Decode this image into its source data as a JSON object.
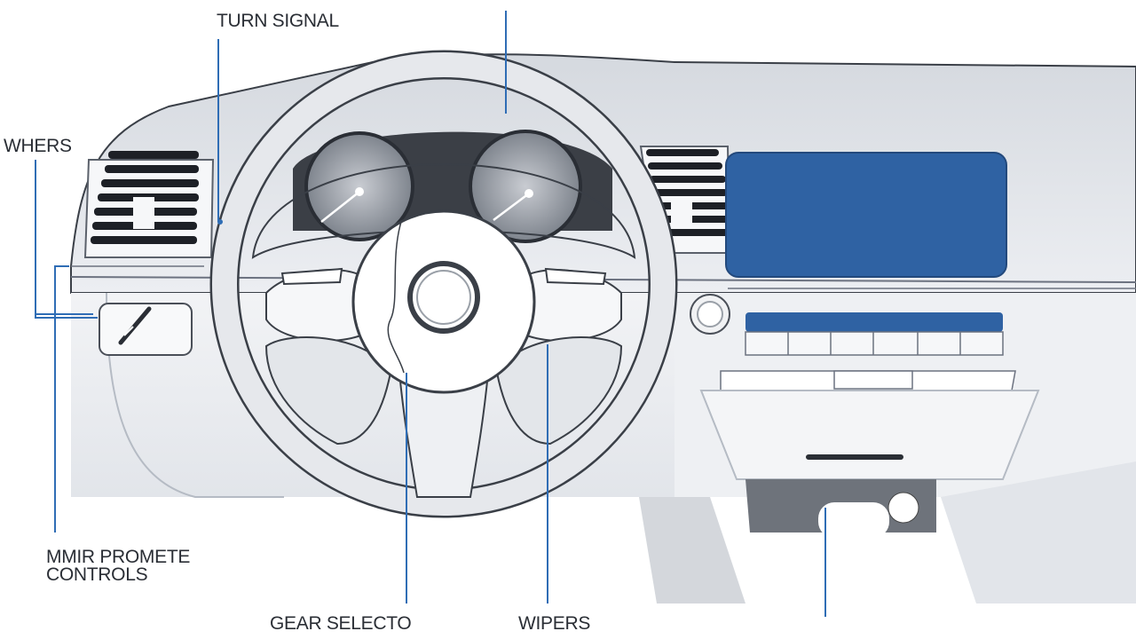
{
  "labels": {
    "turn_signal": "TURN SIGNAL",
    "wipers_left": "WHERS",
    "mirror_controls_line1": "MMIR PROMETE",
    "mirror_controls_line2": "CONTROLS",
    "gear_selector": "GEAR SELECTO",
    "wipers": "WIPERS"
  },
  "colors": {
    "leader_line": "#2f6db5",
    "display_screen": "#2f62a3",
    "outline": "#3a3f47",
    "dashboard_fill": "#e9ebef"
  }
}
